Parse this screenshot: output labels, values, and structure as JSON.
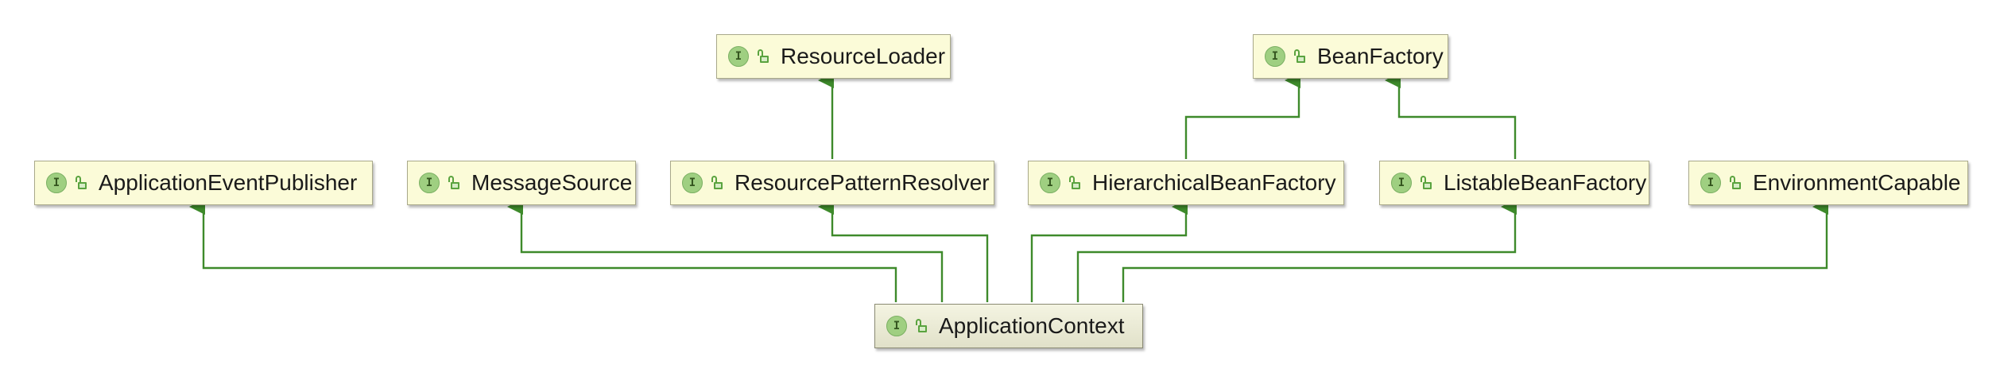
{
  "diagram": {
    "badge_letter": "I",
    "nodes": {
      "resource_loader": "ResourceLoader",
      "bean_factory": "BeanFactory",
      "application_event_publisher": "ApplicationEventPublisher",
      "message_source": "MessageSource",
      "resource_pattern_resolver": "ResourcePatternResolver",
      "hierarchical_bean_factory": "HierarchicalBeanFactory",
      "listable_bean_factory": "ListableBeanFactory",
      "environment_capable": "EnvironmentCapable",
      "application_context": "ApplicationContext"
    },
    "edges": [
      {
        "from": "resource_pattern_resolver",
        "to": "resource_loader"
      },
      {
        "from": "hierarchical_bean_factory",
        "to": "bean_factory"
      },
      {
        "from": "listable_bean_factory",
        "to": "bean_factory"
      },
      {
        "from": "application_context",
        "to": "application_event_publisher"
      },
      {
        "from": "application_context",
        "to": "message_source"
      },
      {
        "from": "application_context",
        "to": "resource_pattern_resolver"
      },
      {
        "from": "application_context",
        "to": "hierarchical_bean_factory"
      },
      {
        "from": "application_context",
        "to": "listable_bean_factory"
      },
      {
        "from": "application_context",
        "to": "environment_capable"
      }
    ],
    "colors": {
      "edge": "#3e8a2b",
      "node_fill": "#fbfbd8",
      "badge_fill": "#9fcf81"
    }
  }
}
